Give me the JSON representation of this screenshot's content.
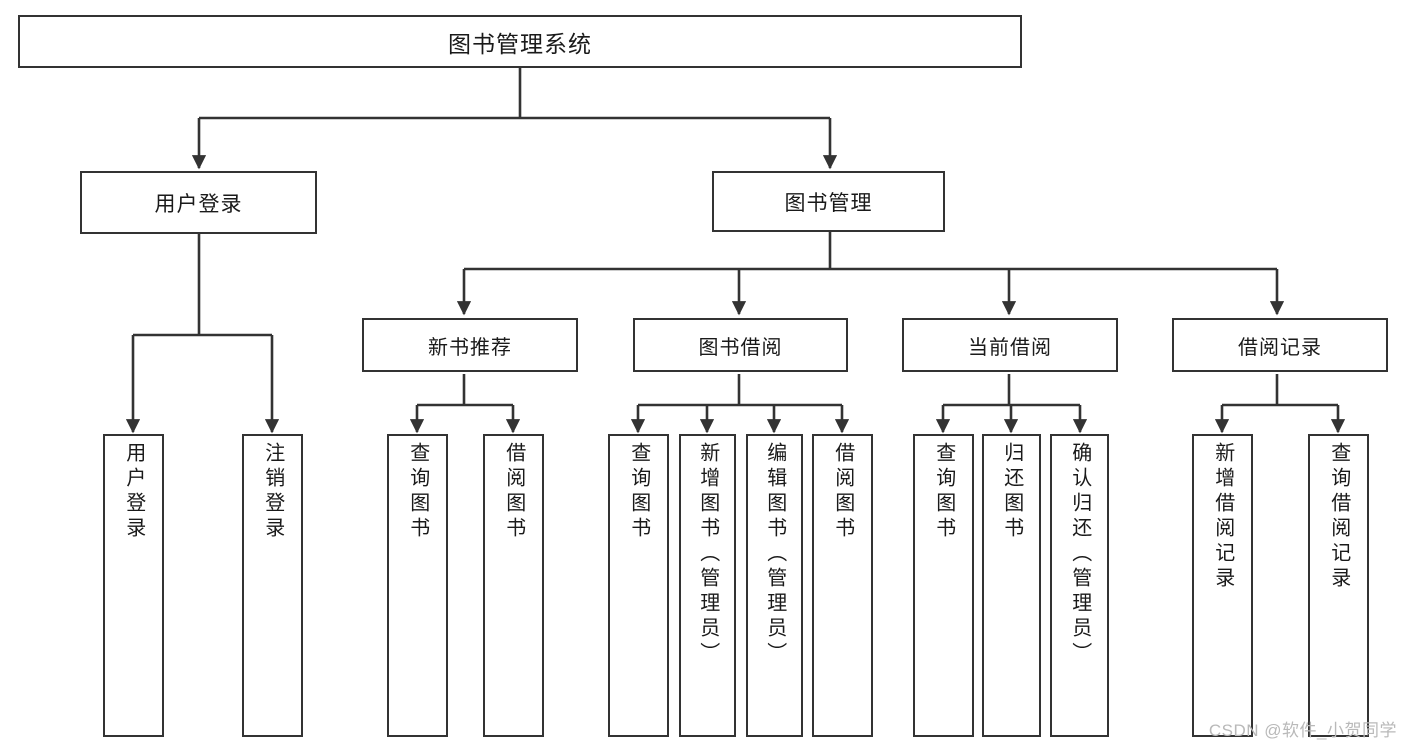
{
  "diagram": {
    "title": "图书管理系统",
    "type": "hierarchy-tree",
    "watermark": "CSDN @软件_小贺同学",
    "colors": {
      "background": "#ffffff",
      "node_border": "#333333",
      "node_fill": "#ffffff",
      "connector": "#333333",
      "text": "#1a1a1a",
      "watermark": "#b9b9b9"
    },
    "root": {
      "label": "图书管理系统"
    },
    "level1": [
      {
        "label": "用户登录"
      },
      {
        "label": "图书管理"
      }
    ],
    "level2": [
      {
        "label": "新书推荐"
      },
      {
        "label": "图书借阅"
      },
      {
        "label": "当前借阅"
      },
      {
        "label": "借阅记录"
      }
    ],
    "leaves": {
      "user_login": [
        {
          "label": "用户登录"
        },
        {
          "label": "注销登录"
        }
      ],
      "new_book_recommend": [
        {
          "label": "查询图书"
        },
        {
          "label": "借阅图书"
        }
      ],
      "book_borrow": [
        {
          "label": "查询图书"
        },
        {
          "label": "新增图书（管理员）"
        },
        {
          "label": "编辑图书（管理员）"
        },
        {
          "label": "借阅图书"
        }
      ],
      "current_borrow": [
        {
          "label": "查询图书"
        },
        {
          "label": "归还图书"
        },
        {
          "label": "确认归还（管理员）"
        }
      ],
      "borrow_record": [
        {
          "label": "新增借阅记录"
        },
        {
          "label": "查询借阅记录"
        }
      ]
    }
  }
}
